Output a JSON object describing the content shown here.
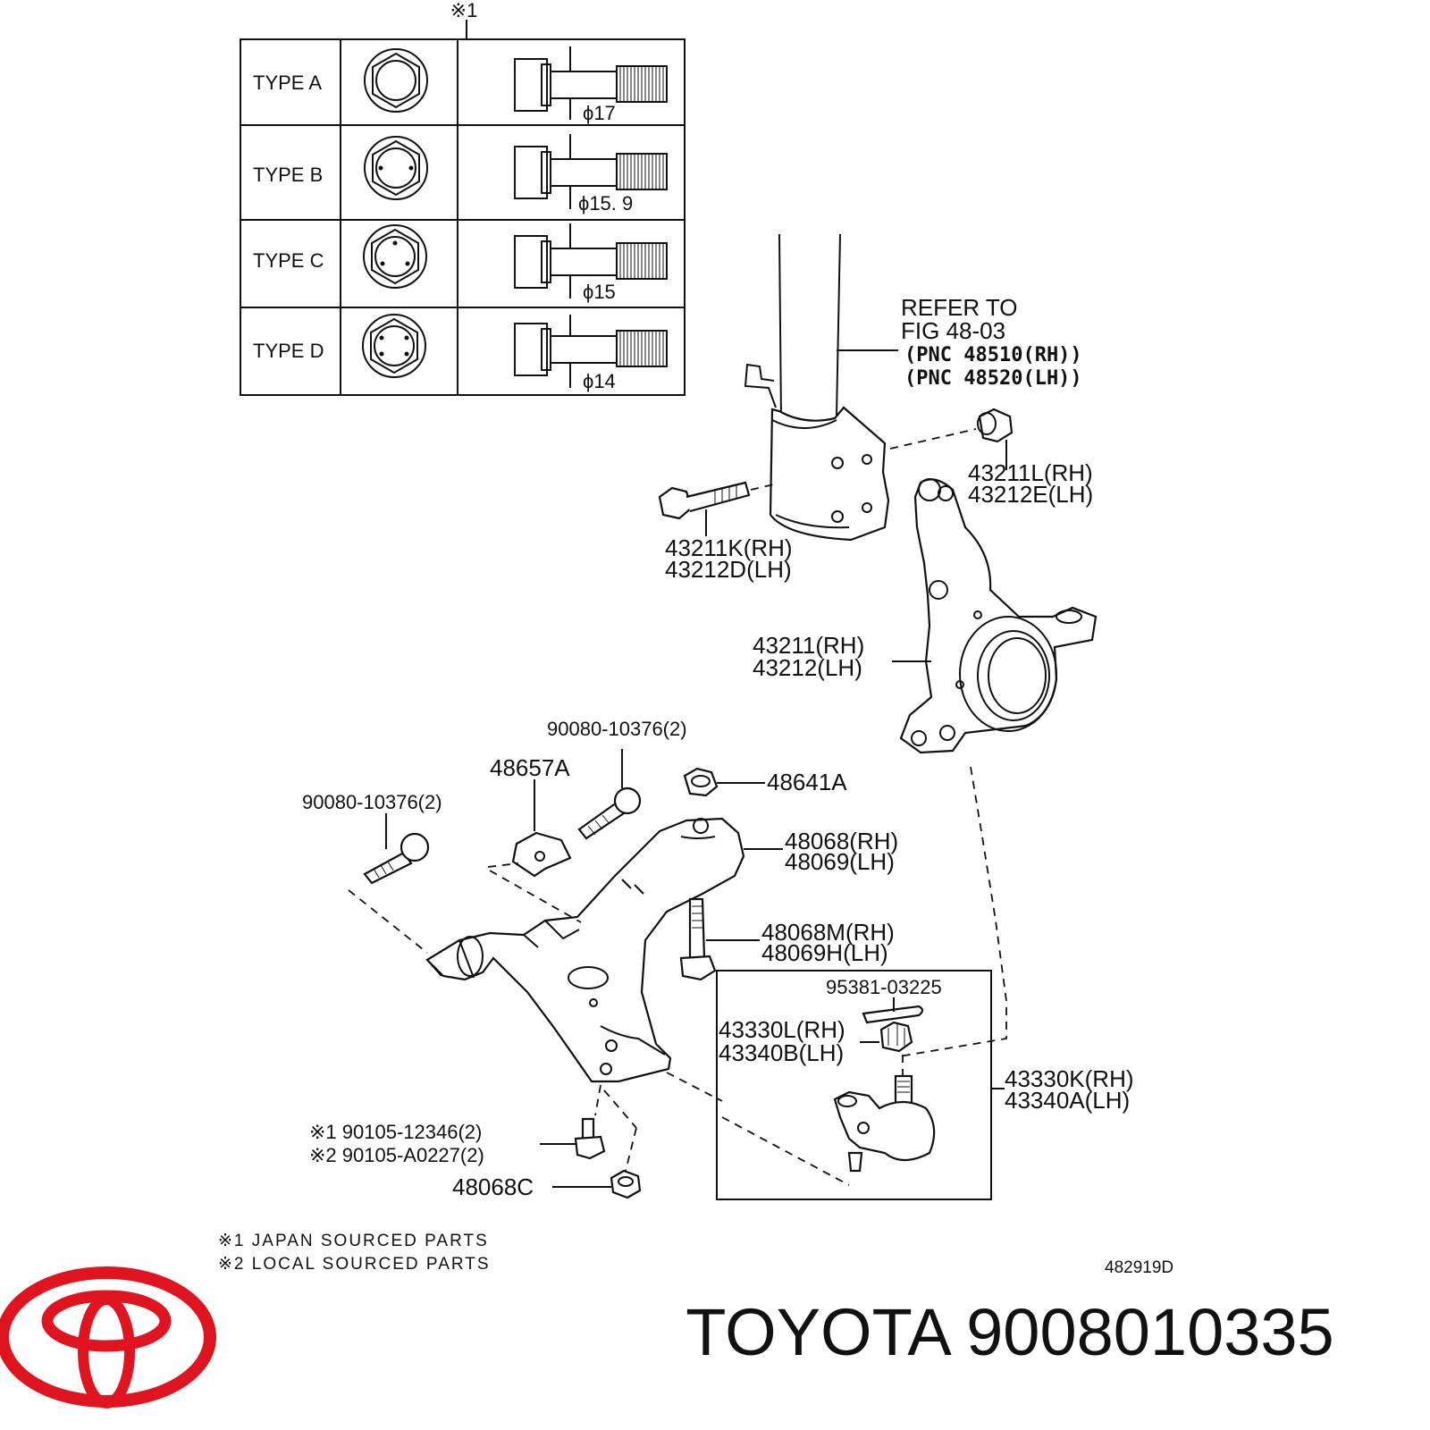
{
  "table": {
    "note_mark": "※1",
    "rows": [
      {
        "type": "TYPE A",
        "diameter": "ϕ17"
      },
      {
        "type": "TYPE B",
        "diameter": "ϕ15. 9"
      },
      {
        "type": "TYPE C",
        "diameter": "ϕ15"
      },
      {
        "type": "TYPE D",
        "diameter": "ϕ14"
      }
    ]
  },
  "labels": {
    "refer_to": "REFER TO",
    "refer_fig": "FIG 48-03",
    "pnc_rh": "(PNC 48510(RH))",
    "pnc_lh": "(PNC 48520(LH))",
    "p43211l": "43211L(RH)",
    "p43212e": "43212E(LH)",
    "p43211k": "43211K(RH)",
    "p43212d": "43212D(LH)",
    "p43211": "43211(RH)",
    "p43212": "43212(LH)",
    "p90080_upper": "90080-10376(2)",
    "p48657a": "48657A",
    "p48641a": "48641A",
    "p90080_left": "90080-10376(2)",
    "p48068": "48068(RH)",
    "p48069": "48069(LH)",
    "p48068m": "48068M(RH)",
    "p48069h": "48069H(LH)",
    "p95381": "95381-03225",
    "p43330l": "43330L(RH)",
    "p43340b": "43340B(LH)",
    "p43330k": "43330K(RH)",
    "p43340a": "43340A(LH)",
    "p90105_1": "※1 90105-12346(2)",
    "p90105_2": "※2 90105-A0227(2)",
    "p48068c": "48068C"
  },
  "notes": {
    "japan": "※1 JAPAN SOURCED PARTS",
    "local": "※2 LOCAL SOURCED PARTS",
    "figure_code": "482919D"
  },
  "footer": {
    "title": "TOYOTA 9008010335",
    "logo_color": "#e0141e"
  }
}
